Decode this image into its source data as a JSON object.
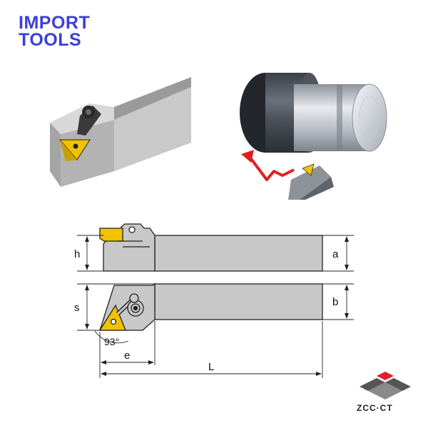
{
  "brand": {
    "line1": "IMPORT",
    "line2": "TOOLS",
    "color": "#3b3fd8"
  },
  "maker": {
    "text": "ZCC·CT",
    "mark_colors": [
      "#e0202a",
      "#555555",
      "#8a8a8a"
    ]
  },
  "dimensions": {
    "h": "h",
    "a": "a",
    "s": "s",
    "b": "b",
    "angle": "93°",
    "e": "e",
    "L": "L"
  },
  "colors": {
    "insert": "#f2c200",
    "shank_fill": "#c8c8c8",
    "outline": "#222222",
    "chip_arrow": "#e02020"
  },
  "icons": [
    "toolholder-3d-render",
    "turning-operation-render",
    "red-chip-flow-arrow",
    "zcc-ct-logo-mark"
  ]
}
